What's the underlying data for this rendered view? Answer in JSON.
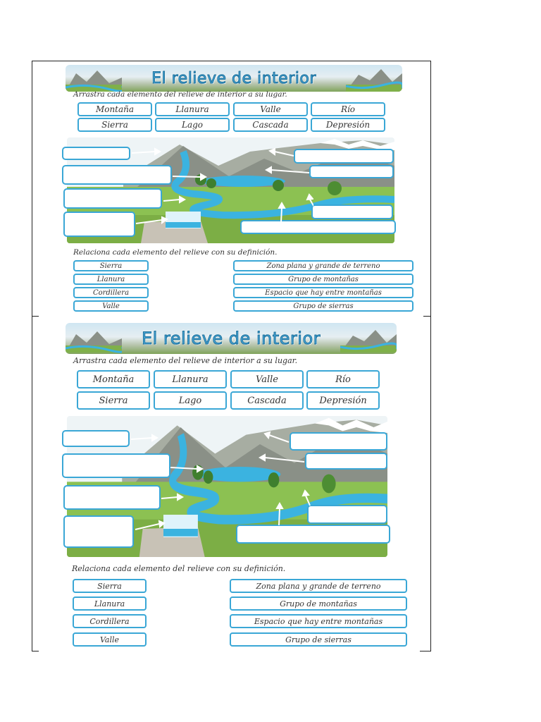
{
  "worksheet": {
    "title": "El relieve de interior",
    "drag_instruction": "Arrastra cada elemento del relieve de interior a su lugar.",
    "relate_instruction": "Relaciona cada elemento del relieve con su definición.",
    "terms_row1": [
      "Montaña",
      "Llanura",
      "Valle",
      "Río"
    ],
    "terms_row2": [
      "Sierra",
      "Lago",
      "Cascada",
      "Depresión"
    ],
    "left_terms": [
      "Sierra",
      "Llanura",
      "Cordillera",
      "Valle"
    ],
    "definitions": [
      "Zona plana y grande de terreno",
      "Grupo de montañas",
      "Espacio que hay entre montañas",
      "Grupo de sierras"
    ]
  },
  "colors": {
    "accent_border": "#3aa7d6",
    "title_fill": "#4aa8d8",
    "water": "#3bb3e0",
    "grass": "#8cc152",
    "mountain": "#8a9087"
  }
}
